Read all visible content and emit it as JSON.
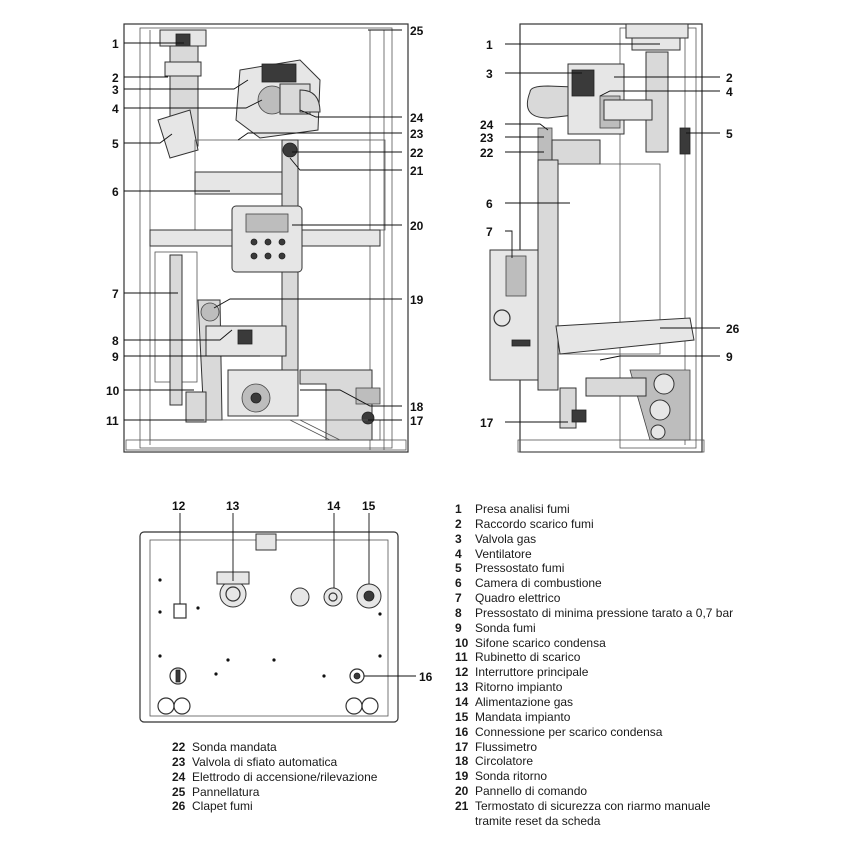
{
  "callouts": {
    "front": [
      "1",
      "2",
      "3",
      "4",
      "5",
      "6",
      "7",
      "8",
      "9",
      "10",
      "11",
      "25",
      "24",
      "23",
      "22",
      "21",
      "20",
      "19",
      "18",
      "17"
    ],
    "side": [
      "1",
      "3",
      "24",
      "23",
      "22",
      "6",
      "7",
      "17",
      "2",
      "4",
      "5",
      "26",
      "9"
    ],
    "bottom": [
      "12",
      "13",
      "14",
      "15",
      "16"
    ]
  },
  "legend_right": [
    {
      "n": "1",
      "text": "Presa analisi fumi"
    },
    {
      "n": "2",
      "text": "Raccordo scarico fumi"
    },
    {
      "n": "3",
      "text": "Valvola gas"
    },
    {
      "n": "4",
      "text": "Ventilatore"
    },
    {
      "n": "5",
      "text": "Pressostato fumi"
    },
    {
      "n": "6",
      "text": "Camera di combustione"
    },
    {
      "n": "7",
      "text": "Quadro elettrico"
    },
    {
      "n": "8",
      "text": "Pressostato di minima pressione tarato a 0,7 bar"
    },
    {
      "n": "9",
      "text": "Sonda fumi"
    },
    {
      "n": "10",
      "text": "Sifone scarico condensa"
    },
    {
      "n": "11",
      "text": "Rubinetto di scarico"
    },
    {
      "n": "12",
      "text": "Interruttore principale"
    },
    {
      "n": "13",
      "text": "Ritorno impianto"
    },
    {
      "n": "14",
      "text": "Alimentazione gas"
    },
    {
      "n": "15",
      "text": "Mandata impianto"
    },
    {
      "n": "16",
      "text": "Connessione per scarico condensa"
    },
    {
      "n": "17",
      "text": "Flussimetro"
    },
    {
      "n": "18",
      "text": "Circolatore"
    },
    {
      "n": "19",
      "text": "Sonda ritorno"
    },
    {
      "n": "20",
      "text": "Pannello di comando"
    },
    {
      "n": "21",
      "text": "Termostato di sicurezza con riarmo manuale\ntramite reset da scheda"
    }
  ],
  "legend_left": [
    {
      "n": "22",
      "text": "Sonda mandata"
    },
    {
      "n": "23",
      "text": "Valvola di sfiato automatica"
    },
    {
      "n": "24",
      "text": "Elettrodo di accensione/rilevazione"
    },
    {
      "n": "25",
      "text": "Pannellatura"
    },
    {
      "n": "26",
      "text": "Clapet fumi"
    }
  ]
}
